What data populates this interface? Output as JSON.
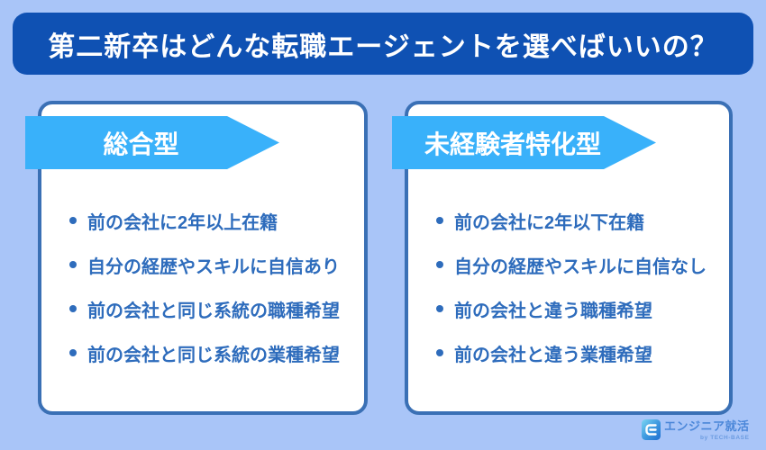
{
  "header": {
    "title": "第二新卒はどんな転職エージェントを選べばいいの？"
  },
  "cards": [
    {
      "label": "総合型",
      "items": [
        "前の会社に2年以上在籍",
        "自分の経歴やスキルに自信あり",
        "前の会社と同じ系統の職種希望",
        "前の会社と同じ系統の業種希望"
      ]
    },
    {
      "label": "未経験者特化型",
      "items": [
        "前の会社に2年以下在籍",
        "自分の経歴やスキルに自信なし",
        "前の会社と違う職種希望",
        "前の会社と違う業種希望"
      ]
    }
  ],
  "logo": {
    "name": "エンジニア就活",
    "byline": "by TECH-BASE"
  },
  "colors": {
    "background": "#a9c5f8",
    "header_bg": "#0f51b3",
    "card_border": "#3a70b5",
    "banner_bg": "#39b1fa",
    "text_blue": "#2e6cbc",
    "logo_blue": "#4b87d9"
  }
}
